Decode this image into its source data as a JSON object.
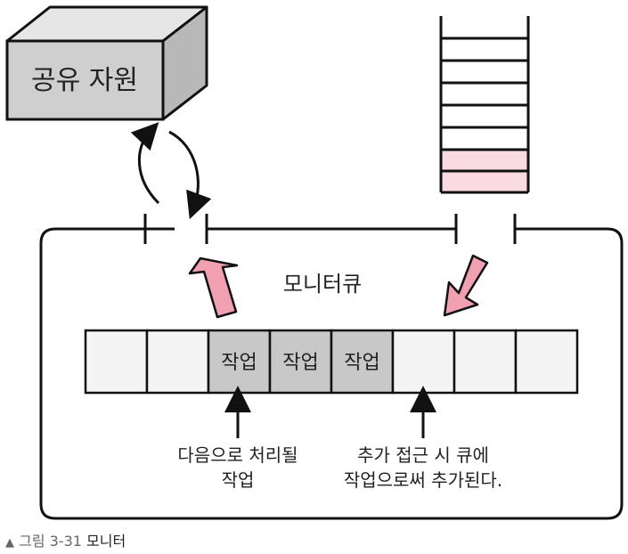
{
  "resource": {
    "label": "공유 자원"
  },
  "monitor": {
    "label": "모니터큐"
  },
  "queue": {
    "cell_label": "작업",
    "cells": [
      "",
      "",
      "작업",
      "작업",
      "작업",
      "",
      "",
      ""
    ]
  },
  "annotations": {
    "next_line1": "다음으로 처리될",
    "next_line2": "작업",
    "add_line1": "추가 접근 시 큐에",
    "add_line2": "작업으로써 추가된다."
  },
  "caption": {
    "marker": "▲",
    "label": "그림 3-31",
    "title": "모니터"
  },
  "colors": {
    "gray_box": "#cfcfcf",
    "queue_active": "#c8c8c8",
    "queue_empty": "#f4f4f4",
    "pink": "#f0a0b0",
    "pink_light": "#fadbe2"
  }
}
